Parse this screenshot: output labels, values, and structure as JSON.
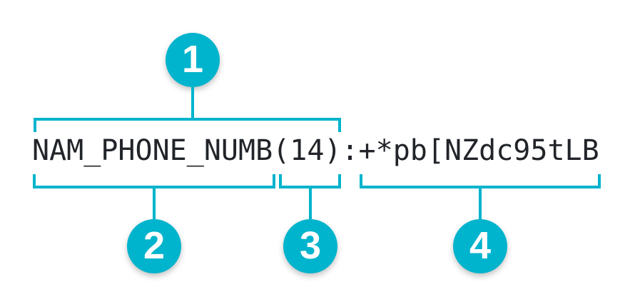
{
  "diagram": {
    "string_value": "NAM_PHONE_NUMB(14):+*pb[NZdc95tLB",
    "callouts": [
      {
        "label": "1",
        "covers": "NAM_PHONE_NUMB(14)",
        "position": "top"
      },
      {
        "label": "2",
        "covers": "NAM_PHONE_NUMB",
        "position": "bottom"
      },
      {
        "label": "3",
        "covers": "(14)",
        "position": "bottom"
      },
      {
        "label": "4",
        "covers": "+*pb[NZdc95tLB",
        "position": "bottom"
      }
    ],
    "colors": {
      "accent": "#00b4cd",
      "text": "#212429",
      "background": "#ffffff",
      "badge_text": "#ffffff"
    }
  }
}
